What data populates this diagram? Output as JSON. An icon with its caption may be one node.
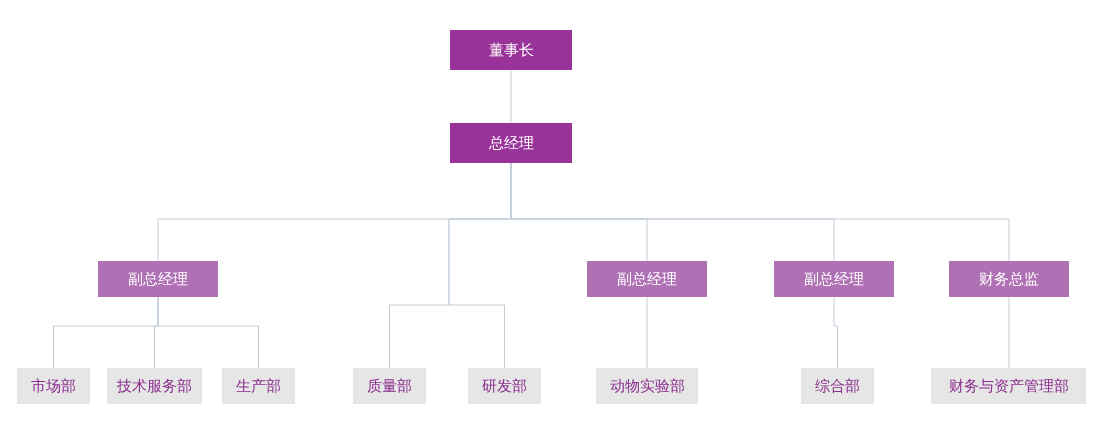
{
  "diagram": {
    "nodes": [
      {
        "text": [
          "董事长"
        ]
      },
      {
        "text": [
          "总经理"
        ]
      },
      {
        "text": [
          "副总经理"
        ]
      },
      {
        "text": [
          "副总经理"
        ]
      },
      {
        "text": [
          "副总经理"
        ]
      },
      {
        "text": [
          "财务总监"
        ]
      },
      {
        "text": [
          "市场部"
        ]
      },
      {
        "text": [
          "技术服务部"
        ]
      },
      {
        "text": [
          "生产部"
        ]
      },
      {
        "text": [
          "质量部"
        ]
      },
      {
        "text": [
          "研发部"
        ]
      },
      {
        "text": [
          "动物实验部"
        ]
      },
      {
        "text": [
          "综合部"
        ]
      },
      {
        "text": [
          "财务与资产管理部"
        ]
      }
    ],
    "edges": [
      {
        "from": 0,
        "to": 1,
        "arrow": "none"
      },
      {
        "from": 1,
        "to": 2,
        "arrow": "none"
      },
      {
        "from": 1,
        "to": 9,
        "arrow": "none"
      },
      {
        "from": 1,
        "to": 10,
        "arrow": "none"
      },
      {
        "from": 1,
        "to": 3,
        "arrow": "none"
      },
      {
        "from": 1,
        "to": 4,
        "arrow": "none"
      },
      {
        "from": 1,
        "to": 5,
        "arrow": "none"
      },
      {
        "from": 2,
        "to": 6,
        "arrow": "none"
      },
      {
        "from": 2,
        "to": 7,
        "arrow": "none"
      },
      {
        "from": 2,
        "to": 8,
        "arrow": "none"
      },
      {
        "from": 3,
        "to": 11,
        "arrow": "none"
      },
      {
        "from": 4,
        "to": 12,
        "arrow": "none"
      },
      {
        "from": 5,
        "to": 13,
        "arrow": "none"
      }
    ]
  }
}
